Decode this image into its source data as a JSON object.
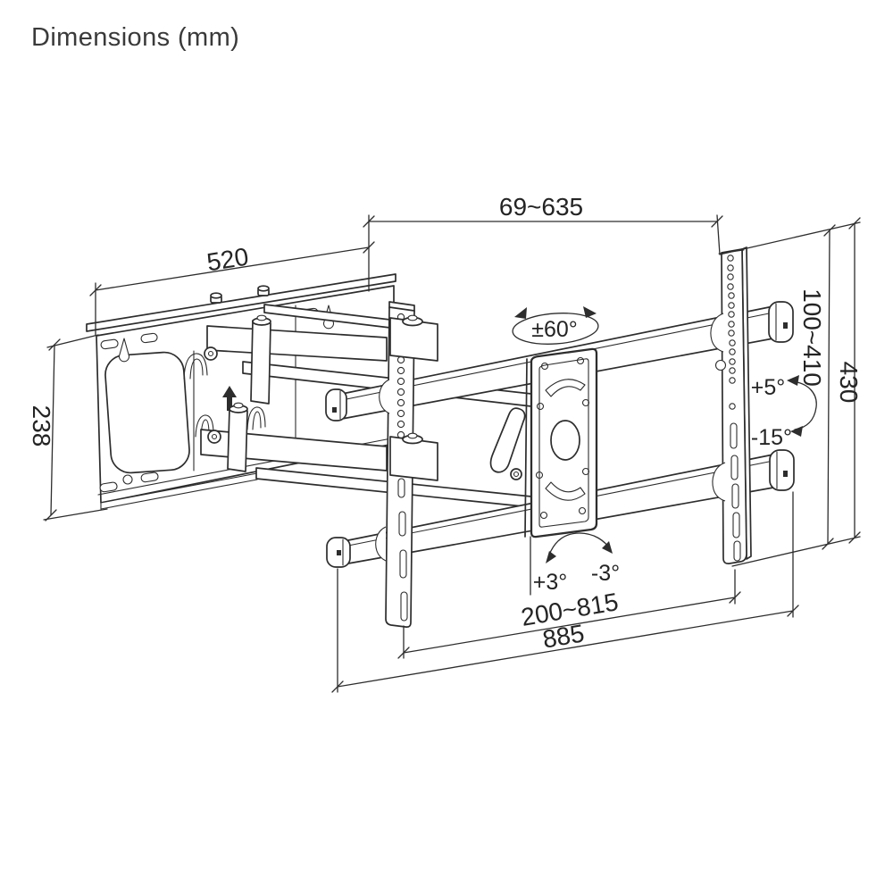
{
  "title": "Dimensions (mm)",
  "unit": "mm",
  "labels": {
    "plate_width": "520",
    "plate_height": "238",
    "arm_extension": "69~635",
    "vesa_height": "100~410",
    "bracket_height": "430",
    "swivel": "±60°",
    "tilt_up": "+5°",
    "tilt_down": "-15°",
    "level_cw": "+3°",
    "level_ccw": "-3°",
    "rail_travel": "200~815",
    "rail_total": "885"
  },
  "colors": {
    "line": "#2d2d2d",
    "text": "#242424",
    "background": "#ffffff"
  }
}
